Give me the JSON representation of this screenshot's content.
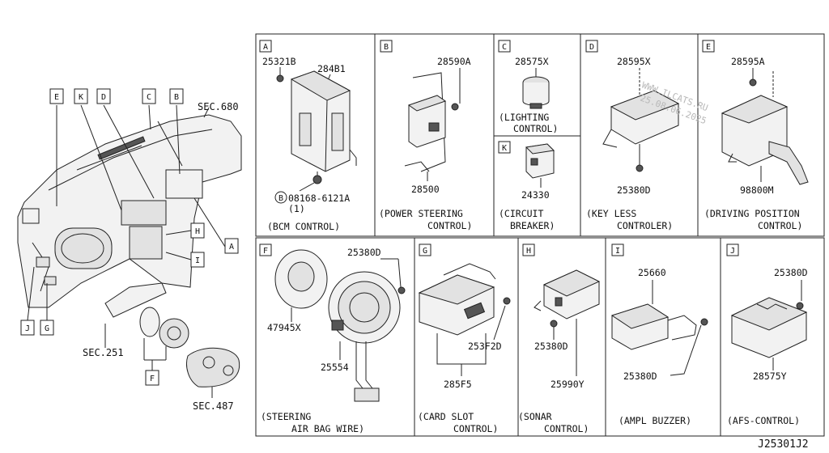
{
  "diagram_code": "J25301J2",
  "watermark": [
    "WWW.ILCATS.RU",
    "25.08.06.2025"
  ],
  "overview": {
    "callouts": [
      "E",
      "K",
      "D",
      "C",
      "B",
      "H",
      "A",
      "I",
      "J",
      "G",
      "F"
    ],
    "sections": {
      "sec680": "SEC.680",
      "sec251": "SEC.251",
      "sec487": "SEC.487"
    }
  },
  "panels": {
    "A": {
      "letter": "A",
      "parts": [
        "25321B",
        "284B1",
        "08168-6121A",
        "(1)"
      ],
      "bolt_marker": "B",
      "caption": [
        "(BCM CONTROL)"
      ]
    },
    "B": {
      "letter": "B",
      "parts": [
        "28590A",
        "28500"
      ],
      "caption": [
        "(POWER STEERING",
        "CONTROL)"
      ]
    },
    "C": {
      "letter": "C",
      "parts": [
        "28575X"
      ],
      "caption": [
        "(LIGHTING",
        "CONTROL)"
      ]
    },
    "K": {
      "letter": "K",
      "parts": [
        "24330"
      ],
      "caption": [
        "(CIRCUIT",
        "BREAKER)"
      ]
    },
    "D": {
      "letter": "D",
      "parts": [
        "28595X",
        "25380D"
      ],
      "caption": [
        "(KEY LESS",
        "CONTROLER)"
      ]
    },
    "E": {
      "letter": "E",
      "parts": [
        "28595A",
        "98800M"
      ],
      "caption": [
        "(DRIVING POSITION",
        "CONTROL)"
      ]
    },
    "F": {
      "letter": "F",
      "parts": [
        "25380D",
        "47945X",
        "25554"
      ],
      "caption": [
        "(STEERING",
        "AIR BAG WIRE)"
      ]
    },
    "G": {
      "letter": "G",
      "parts": [
        "253F2D",
        "285F5"
      ],
      "caption": [
        "(CARD SLOT",
        "CONTROL)"
      ]
    },
    "H": {
      "letter": "H",
      "parts": [
        "25380D",
        "25990Y"
      ],
      "caption": [
        "(SONAR",
        "CONTROL)"
      ]
    },
    "I": {
      "letter": "I",
      "parts": [
        "25660",
        "25380D"
      ],
      "caption": [
        "(AMPL BUZZER)"
      ]
    },
    "J": {
      "letter": "J",
      "parts": [
        "25380D",
        "28575Y"
      ],
      "caption": [
        "(AFS-CONTROL)"
      ]
    }
  }
}
